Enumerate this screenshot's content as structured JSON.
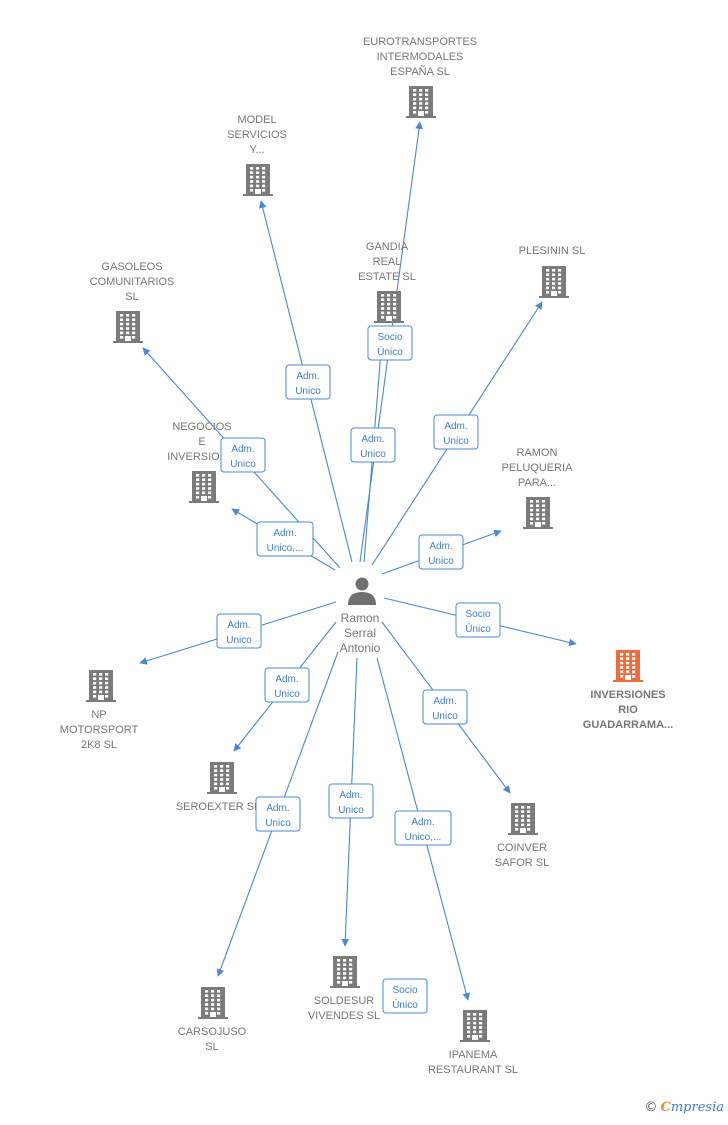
{
  "colors": {
    "edge": "#4a88d6",
    "building": "#7b7b7b",
    "building_highlight": "#f06a3a",
    "person": "#707070",
    "label": "#777777"
  },
  "person": {
    "icon": "person-icon",
    "lines": [
      "Ramon",
      "Serral",
      "Antonio"
    ]
  },
  "companies": [
    {
      "id": "eurotransportes",
      "lines": [
        "EUROTRANSPORTES",
        "INTERMODALES",
        "ESPAÑA  SL"
      ],
      "icon": "building-icon"
    },
    {
      "id": "model-servicios",
      "lines": [
        "MODEL",
        "SERVICIOS",
        "Y..."
      ],
      "icon": "building-icon"
    },
    {
      "id": "gandia-real",
      "lines": [
        "GANDIA",
        "REAL",
        "ESTATE  SL"
      ],
      "icon": "building-icon"
    },
    {
      "id": "plesinin",
      "lines": [
        "PLESININ SL"
      ],
      "icon": "building-icon"
    },
    {
      "id": "gasoleos",
      "lines": [
        "GASOLEOS",
        "COMUNITARIOS",
        "SL"
      ],
      "icon": "building-icon"
    },
    {
      "id": "negocios",
      "lines": [
        "NEGOCIOS",
        "E",
        "INVERSION..."
      ],
      "icon": "building-icon"
    },
    {
      "id": "ramon-peluqueria",
      "lines": [
        "RAMON",
        "PELUQUERIA",
        "PARA..."
      ],
      "icon": "building-icon"
    },
    {
      "id": "inversiones-rio",
      "lines": [
        "INVERSIONES",
        "RIO",
        "GUADARRAMA..."
      ],
      "icon": "building-icon",
      "highlight": true
    },
    {
      "id": "np-motorsport",
      "lines": [
        "NP",
        "MOTORSPORT",
        "2K8  SL"
      ],
      "icon": "building-icon"
    },
    {
      "id": "seroexter",
      "lines": [
        "SEROEXTER SL"
      ],
      "icon": "building-icon"
    },
    {
      "id": "coinver",
      "lines": [
        "COINVER",
        "SAFOR  SL"
      ],
      "icon": "building-icon"
    },
    {
      "id": "carsojuso",
      "lines": [
        "CARSOJUSO",
        "SL"
      ],
      "icon": "building-icon"
    },
    {
      "id": "soldesur",
      "lines": [
        "SOLDESUR",
        "VIVENDES SL"
      ],
      "icon": "building-icon"
    },
    {
      "id": "ipanema",
      "lines": [
        "IPANEMA",
        "RESTAURANT SL"
      ],
      "icon": "building-icon"
    }
  ],
  "edges": [
    {
      "target": "eurotransportes",
      "lines": [
        "Socio",
        "Único"
      ]
    },
    {
      "target": "model-servicios",
      "lines": [
        "Adm.",
        "Unico"
      ]
    },
    {
      "target": "gandia-real",
      "lines": [
        "Adm.",
        "Unico"
      ]
    },
    {
      "target": "plesinin",
      "lines": [
        "Adm.",
        "Unico"
      ]
    },
    {
      "target": "gasoleos",
      "lines": [
        "Adm.",
        "Unico"
      ]
    },
    {
      "target": "negocios",
      "lines": [
        "Adm.",
        "Unico,..."
      ]
    },
    {
      "target": "ramon-peluqueria",
      "lines": [
        "Adm.",
        "Unico"
      ]
    },
    {
      "target": "inversiones-rio",
      "lines": [
        "Socio",
        "Único"
      ]
    },
    {
      "target": "np-motorsport",
      "lines": [
        "Adm.",
        "Unico"
      ]
    },
    {
      "target": "seroexter",
      "lines": [
        "Adm.",
        "Unico"
      ]
    },
    {
      "target": "coinver",
      "lines": [
        "Adm.",
        "Unico"
      ]
    },
    {
      "target": "carsojuso",
      "lines": [
        "Adm.",
        "Unico"
      ]
    },
    {
      "target": "soldesur",
      "lines": [
        "Adm.",
        "Unico"
      ]
    },
    {
      "target": "ipanema",
      "lines": [
        "Adm.",
        "Unico,..."
      ]
    },
    {
      "target": "soldesur-extra",
      "lines": [
        "Socio",
        "Único"
      ]
    }
  ],
  "brand": {
    "copyright": "©",
    "first_letter": "C",
    "rest": "mpresia"
  }
}
